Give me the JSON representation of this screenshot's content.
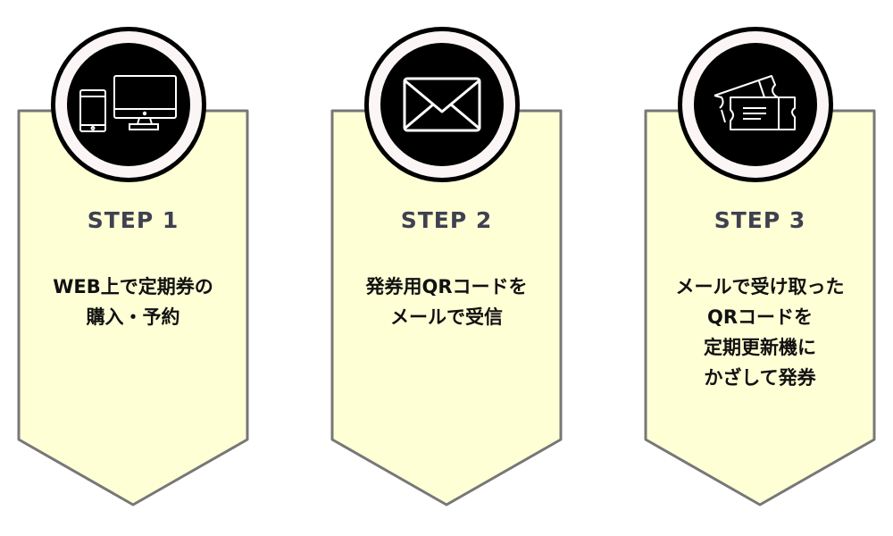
{
  "colors": {
    "card_fill": "#ffffd6",
    "card_border": "#777777",
    "step_text": "#3f4150",
    "circle_ring": "#fbf5f5"
  },
  "steps": [
    {
      "label": "STEP 1",
      "icon": "devices-icon",
      "lines": [
        "WEB上で定期券の",
        "購入・予約"
      ]
    },
    {
      "label": "STEP 2",
      "icon": "envelope-icon",
      "lines": [
        "発券用QRコードを",
        "メールで受信"
      ]
    },
    {
      "label": "STEP 3",
      "icon": "ticket-icon",
      "lines": [
        "メールで受け取った",
        "QRコードを",
        "定期更新機に",
        "かざして発券"
      ]
    }
  ]
}
